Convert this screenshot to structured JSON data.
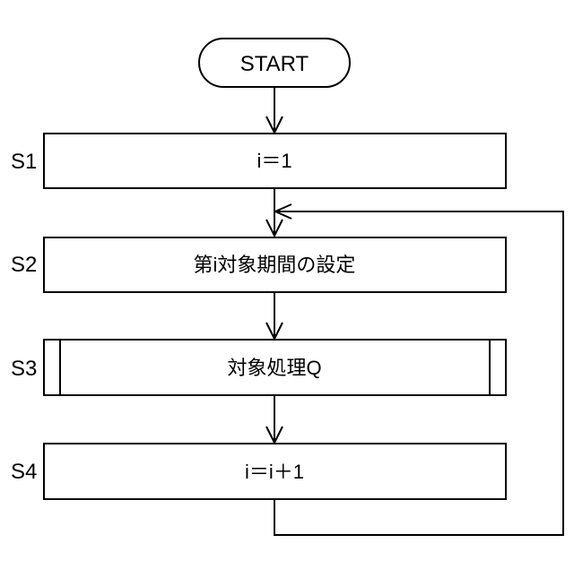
{
  "flowchart": {
    "start": {
      "label": "START"
    },
    "steps": [
      {
        "id": "S1",
        "text": "i＝1",
        "type": "process"
      },
      {
        "id": "S2",
        "text": "第i対象期間の設定",
        "type": "process"
      },
      {
        "id": "S3",
        "text": "対象処理Q",
        "type": "predefined-process"
      },
      {
        "id": "S4",
        "text": "i＝i＋1",
        "type": "process"
      }
    ]
  }
}
